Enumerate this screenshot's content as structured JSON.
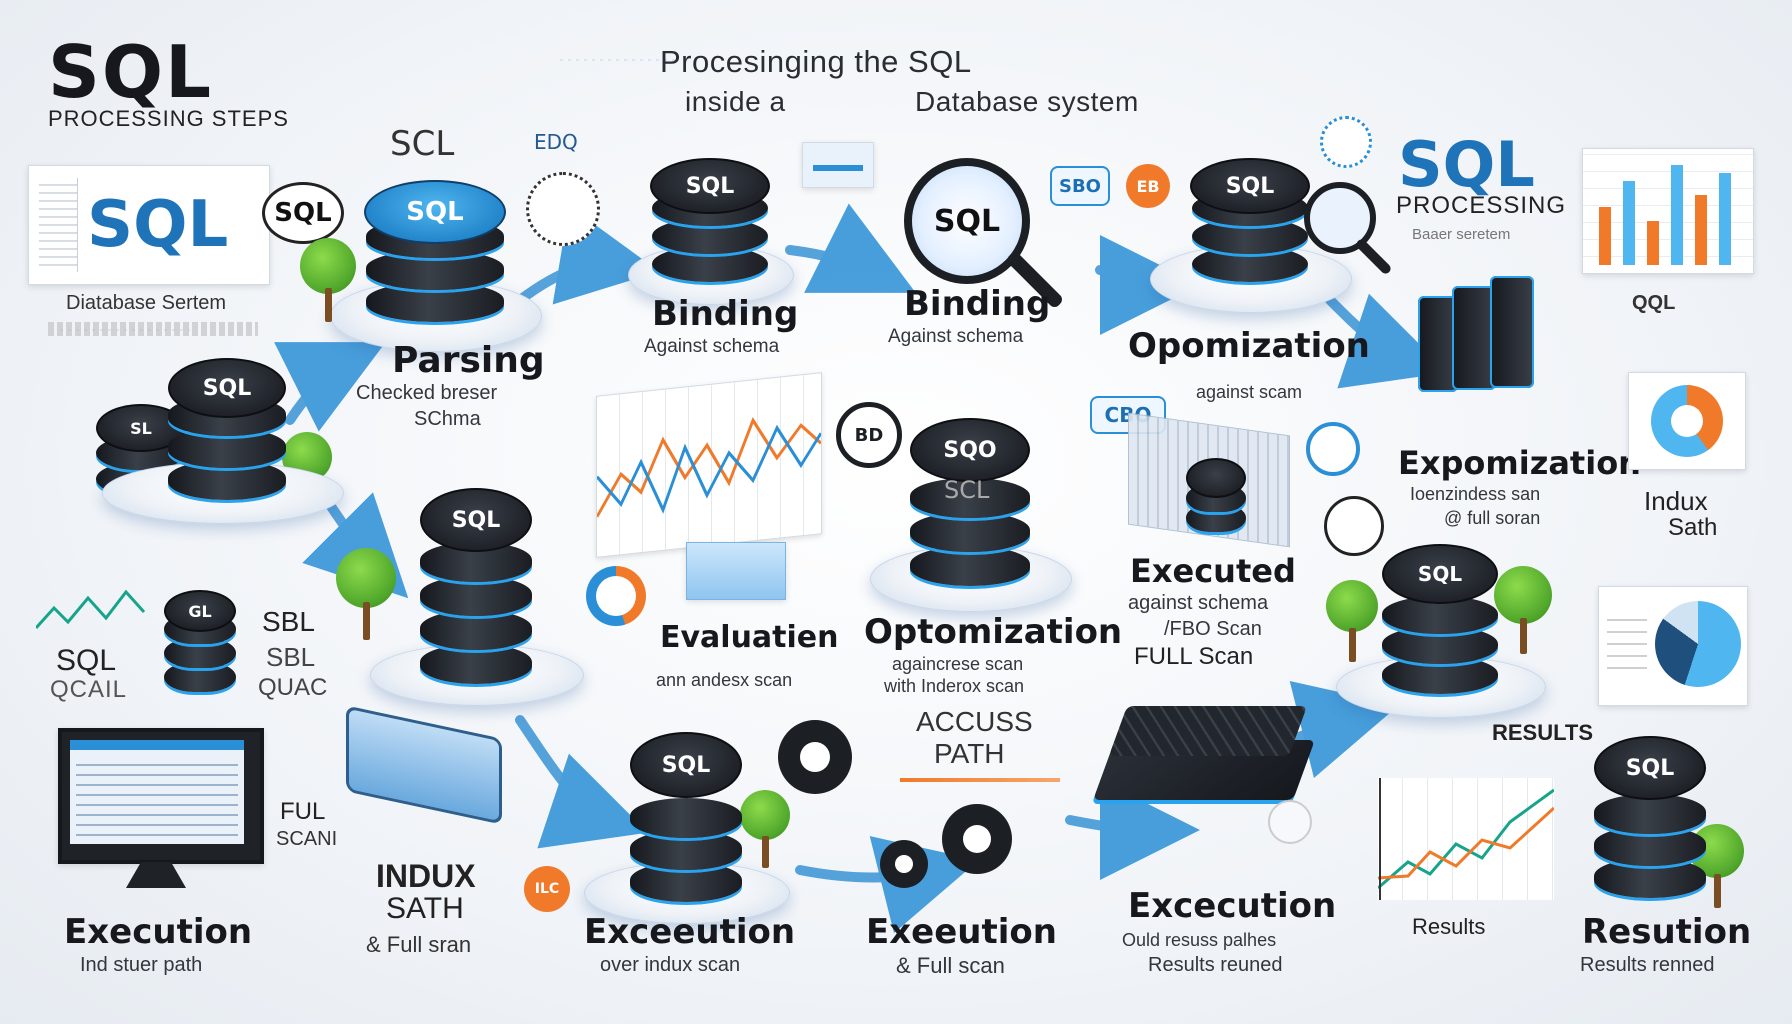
{
  "header": {
    "title": "SQL",
    "subtitle": "PROCESSING STEPS",
    "center_line1": "Procesinging the SQL",
    "center_line2_left": "inside a",
    "center_line2_right": "Database system"
  },
  "top_left_card": {
    "text": "SQL",
    "caption": "Diatabase Sertem"
  },
  "top_right_block": {
    "title": "SQL",
    "subtitle": "PROCESSING",
    "note": "Baaer seretem"
  },
  "db_labels": {
    "sql": "SQL",
    "sqo": "SQO",
    "sql_alt": "SCL",
    "gl": "GL",
    "sl": "SL"
  },
  "icons": {
    "sql_badge": "SQL",
    "sbo_badge": "SBO",
    "cbo_badge": "CBO",
    "edq": "EDQ",
    "scl_tag": "SCL",
    "ilc": "ILC",
    "eb": "EB",
    "bd": "BD"
  },
  "nodes": {
    "parsing": {
      "label": "Parsing",
      "sub1": "Checked breser",
      "sub2": "SChma"
    },
    "binding_1": {
      "label": "Binding",
      "sub1": "Against schema"
    },
    "binding_2": {
      "label": "Binding",
      "sub1": "Against schema"
    },
    "opomization": {
      "label": "Opomization",
      "sub1": "against scam"
    },
    "expomization": {
      "label": "Expomization",
      "sub1": "Ioenzindess san",
      "sub2": "@ full soran"
    },
    "indux_sath_right": {
      "label1": "Indux",
      "label2": "Sath"
    },
    "qql": {
      "label": "QQL"
    },
    "evaluation": {
      "label": "Evaluatien",
      "sub1": "ann andesx scan"
    },
    "optomization": {
      "label": "Optomization",
      "sub1": "againcrese scan",
      "sub2": "with Inderox scan"
    },
    "executed": {
      "label": "Executed",
      "sub1": "against schema",
      "sub2": "/FBO Scan",
      "sub3": "FULL Scan"
    },
    "sql_qcail": {
      "label1": "SQL",
      "label2": "QCAIL"
    },
    "sbl_squac": {
      "label1": "SBL",
      "label2": "SBL",
      "label3": "QUAC"
    },
    "access_path": {
      "label1": "ACCUSS",
      "label2": "PATH"
    },
    "ful_scan": {
      "label1": "FUL",
      "label2": "SCANI"
    },
    "indux_sath_bottom": {
      "label1": "INDUX",
      "label2": "SATH",
      "sub1": "& Full sran"
    },
    "results_top": {
      "label": "RESULTS"
    },
    "results_chart": {
      "label": "Results"
    },
    "execution_1": {
      "label": "Execution",
      "sub1": "Ind stuer path"
    },
    "execution_2": {
      "label": "Exceeution",
      "sub1": "over indux scan"
    },
    "execution_3": {
      "label": "Exeeution",
      "sub1": "& Full scan"
    },
    "execution_4": {
      "label": "Excecution",
      "sub1": "Ould resuss palhes",
      "sub2": "Results reuned"
    },
    "resution": {
      "label": "Resution",
      "sub1": "Results renned"
    }
  },
  "colors": {
    "accent_blue": "#2a8fd6",
    "dark": "#1b1e24",
    "orange": "#f07a2a",
    "tree_green": "#4ea52a"
  }
}
